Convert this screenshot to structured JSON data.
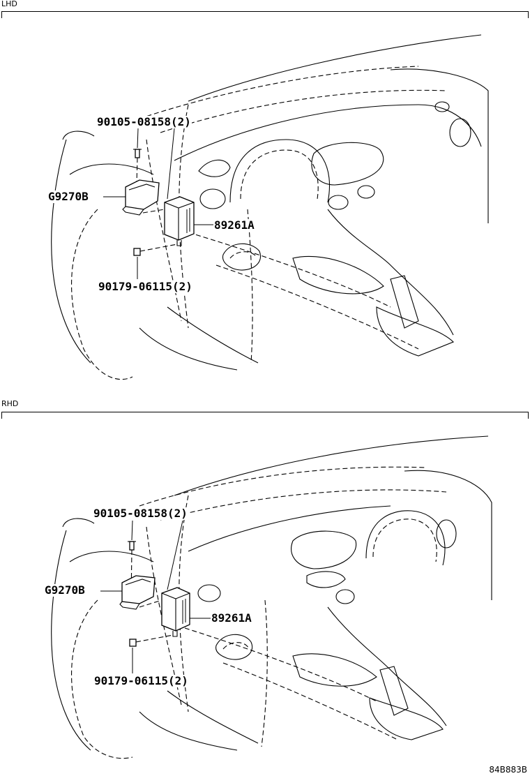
{
  "sections": [
    {
      "label": "LHD",
      "parts": {
        "bolt": "90105-08158(2)",
        "bracket": "G9270B",
        "ecu": "89261A",
        "nut": "90179-06115(2)"
      }
    },
    {
      "label": "RHD",
      "parts": {
        "bolt": "90105-08158(2)",
        "bracket": "G9270B",
        "ecu": "89261A",
        "nut": "90179-06115(2)"
      }
    }
  ],
  "figure_code": "84B883B"
}
